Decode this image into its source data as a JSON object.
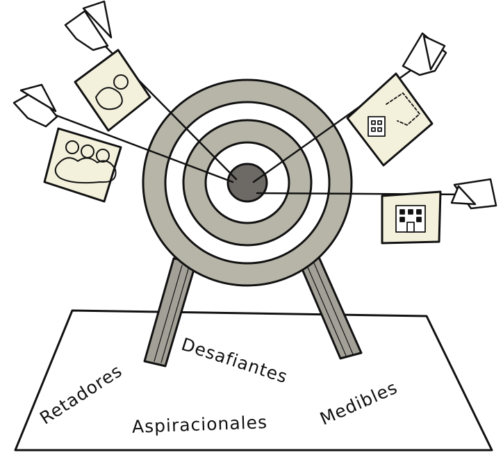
{
  "words": {
    "retadores": "Retadores",
    "aspiracionales": "Aspiracionales",
    "desafiantes": "Desafiantes",
    "medibles": "Medibles"
  },
  "colors": {
    "ink": "#111111",
    "ring_gray": "#b7b5a8",
    "bullseye": "#6d6a66",
    "flag_paper": "#f3f1dc",
    "leg_gray": "#a3a097"
  },
  "icons": [
    "person-icon",
    "group-icon",
    "building-outline-icon",
    "office-building-icon"
  ]
}
